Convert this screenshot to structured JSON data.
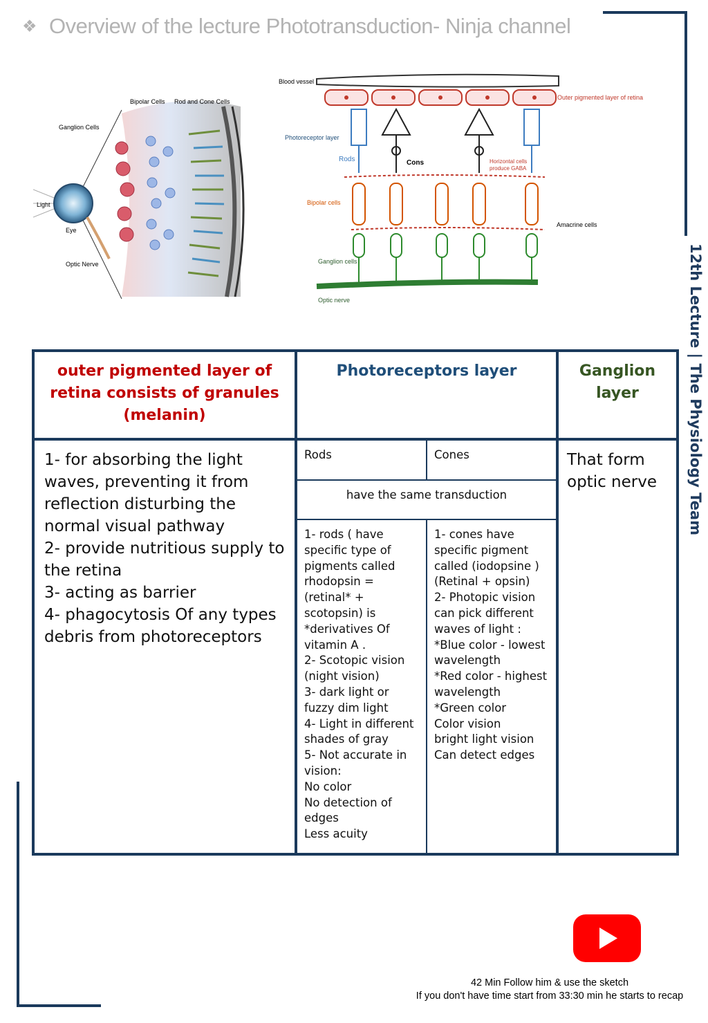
{
  "title": "Overview of the lecture Phototransduction- Ninja channel",
  "side_label": "12th Lecture  | The Physiology Team",
  "figure_left": {
    "labels": {
      "bipolar": "Bipolar Cells",
      "rod_cone": "Rod and Cone Cells",
      "ganglion": "Ganglion Cells",
      "light": "Light",
      "eye": "Eye",
      "optic": "Optic  Nerve"
    }
  },
  "figure_right": {
    "labels": {
      "blood_vessel": "Blood vessel",
      "outer_pigmented": "Outer pigmented layer of retina",
      "photoreceptor": "Photoreceptor layer",
      "rods": "Rods",
      "cons": "Cons",
      "horizontal1": "Horizontal cells",
      "horizontal2": "produce GABA",
      "bipolar": "Bipolar cells",
      "amacrine": "Amacrine cells",
      "ganglion": "Ganglion cells",
      "optic": "Optic nerve"
    }
  },
  "table": {
    "headers": {
      "pigmented": "outer pigmented layer of retina consists of granules (melanin)",
      "photoreceptors": "Photoreceptors layer",
      "ganglion": "Ganglion layer"
    },
    "pigmented_points": [
      "1- for absorbing the light waves, preventing it from reflection disturbing the normal visual pathway",
      "2- provide nutritious supply to the retina",
      "3- acting as barrier",
      "4- phagocytosis Of any types debris from photoreceptors"
    ],
    "rods_label": "Rods",
    "cones_label": "Cones",
    "same_transduction": "have the same transduction",
    "rods_points": [
      "1- rods ( have specific type of pigments called rhodopsin = (retinal* + scotopsin) is *derivatives Of vitamin A .",
      "2- Scotopic vision (night vision)",
      "3- dark light or fuzzy dim light",
      "4- Light in different shades of gray",
      "5- Not accurate in vision:",
      "No color",
      "No detection of edges",
      "Less acuity"
    ],
    "cones_points": [
      "1- cones have specific pigment called (iodopsine ) (Retinal + opsin)",
      "2- Photopic vision can pick different waves of light :",
      "*Blue color - lowest wavelength",
      "*Red color - highest wavelength",
      "*Green color",
      "Color vision",
      "bright light vision",
      "Can detect edges"
    ],
    "ganglion_text": "That form optic nerve"
  },
  "footer": {
    "line1": "42 Min Follow him & use the sketch",
    "line2": "If you don't have time start from 33:30 min he starts to recap"
  },
  "colors": {
    "frame": "#1b3a5c",
    "header_red": "#c00000",
    "header_blue": "#1f4e79",
    "header_green": "#375623",
    "youtube": "#ff0000"
  }
}
